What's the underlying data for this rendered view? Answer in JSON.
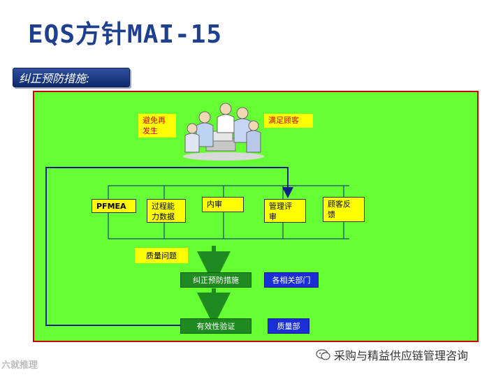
{
  "slide": {
    "title": "EQS方针MAI-15",
    "section_label": "纠正预防措施:"
  },
  "diagram": {
    "goals": {
      "avoid_recurrence": "避免再\n发生",
      "satisfy_customer": "满足顾客"
    },
    "sources": [
      {
        "label": "PFMEA"
      },
      {
        "label": "过程能\n力数据"
      },
      {
        "label": "内审"
      },
      {
        "label": "管理评\n审"
      },
      {
        "label": "顾客反\n馈"
      }
    ],
    "quality_issue": "质量问题",
    "corrective_action": "纠正预防措施",
    "corrective_owner": "各相关部门",
    "verification": "有效性验证",
    "verification_owner": "质量部"
  },
  "footer": {
    "left_watermark": "六就推理",
    "brand": "采购与精益供应链管理咨询"
  },
  "colors": {
    "canvas_bg": "#66ff33",
    "canvas_border": "#cc0000",
    "title": "#1f3f8f",
    "arrow_green": "#1f8a1f",
    "line_blue": "#0b1f8a"
  },
  "icons": [
    "people-meeting-illustration",
    "wechat-icon"
  ]
}
